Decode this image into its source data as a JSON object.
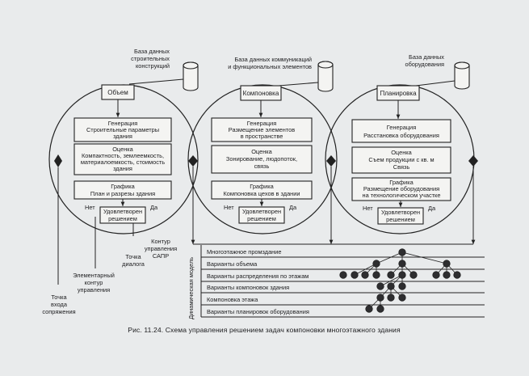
{
  "modules": [
    {
      "header": "Объем",
      "database": [
        "База данных",
        "строительных",
        "конструкций"
      ],
      "steps": [
        {
          "lines": [
            "Генерация",
            "Строительные параметры",
            "здания"
          ]
        },
        {
          "lines": [
            "Оценка",
            "Компактность, землеемкость,",
            "материалоемкость, стоимость",
            "здания"
          ]
        },
        {
          "lines": [
            "Графика",
            "План и разрезы здания"
          ]
        }
      ],
      "decision": [
        "Удовлетворен",
        "решением"
      ]
    },
    {
      "header": "Компоновка",
      "database": [
        "База данных коммуникаций",
        "и функциональных элементов"
      ],
      "steps": [
        {
          "lines": [
            "Генерация",
            "Размещение элементов",
            "в пространстве"
          ]
        },
        {
          "lines": [
            "Оценка",
            "Зонирование, людопоток,",
            "связь"
          ]
        },
        {
          "lines": [
            "Графика",
            "Компоновка цехов в здании"
          ]
        }
      ],
      "decision": [
        "Удовлетворен",
        "решением"
      ]
    },
    {
      "header": "Планировка",
      "database": [
        "База данных",
        "оборудования"
      ],
      "steps": [
        {
          "lines": [
            "Генерация",
            "Расстановка оборудования"
          ]
        },
        {
          "lines": [
            "Оценка",
            "Съем продукции с кв. м",
            "Связь"
          ]
        },
        {
          "lines": [
            "Графика",
            "Размещение оборудования",
            "на технологическом участке"
          ]
        }
      ],
      "decision": [
        "Удовлетворен",
        "решением"
      ]
    }
  ],
  "labels": {
    "no": "Нет",
    "yes": "Да",
    "sapr_contour": [
      "Контур",
      "управления",
      "САПР"
    ],
    "dialog_point": [
      "Точка",
      "диалога"
    ],
    "elementary_contour": [
      "Элементарный",
      "контур",
      "управления"
    ],
    "entry_point": [
      "Точка",
      "входа",
      "сопряжения"
    ],
    "dynamic_model": "Динамическая модель"
  },
  "model_rows": [
    "Многоэтажное промздание",
    "Варианты объема",
    "Варианты распределения по этажам",
    "Варианты компоновок здания",
    "Компоновка этажа",
    "Варианты планировок оборудования"
  ],
  "caption": "Рис. 11.24. Схема управления решением задач компоновки многоэтажного здания"
}
